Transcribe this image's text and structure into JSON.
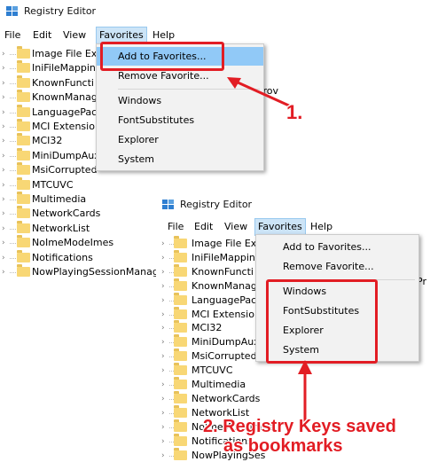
{
  "window1": {
    "title": "Registry Editor",
    "menus": [
      "File",
      "Edit",
      "View",
      "Favorites",
      "Help"
    ],
    "tree": [
      "Image File Ex",
      "IniFileMapping",
      "KnownFuncti",
      "KnownManag",
      "LanguagePac",
      "MCI Extensio",
      "MCI32",
      "MiniDumpAux",
      "MsiCorrupted",
      "MTCUVC",
      "Multimedia",
      "NetworkCards",
      "NetworkList",
      "NoImeModeImes",
      "Notifications",
      "NowPlayingSessionManage"
    ],
    "right_text": "Prov",
    "dropdown": [
      "Add to Favorites...",
      "Remove Favorite...",
      "Windows",
      "FontSubstitutes",
      "Explorer",
      "System"
    ]
  },
  "window2": {
    "title": "Registry Editor",
    "menus": [
      "File",
      "Edit",
      "View",
      "Favorites",
      "Help"
    ],
    "tree": [
      "Image File Ex",
      "IniFileMappin",
      "KnownFuncti",
      "KnownManag",
      "LanguagePac",
      "MCI Extensio",
      "MCI32",
      "MiniDumpAux",
      "MsiCorrupted",
      "MTCUVC",
      "Multimedia",
      "NetworkCards",
      "NetworkList",
      "NoImeModeImes",
      "Notifications",
      "NowPlayingSes"
    ],
    "right_text": "Pr",
    "dropdown": [
      "Add to Favorites...",
      "Remove Favorite...",
      "Windows",
      "FontSubstitutes",
      "Explorer",
      "System"
    ]
  },
  "annotations": {
    "step1": "1.",
    "step2_line1": "2. Registry Keys saved",
    "step2_line2": "as bookmarks"
  },
  "colors": {
    "annotation_red": "#e21d24",
    "menu_highlight": "#91c9f7",
    "folder": "#f8d775"
  }
}
